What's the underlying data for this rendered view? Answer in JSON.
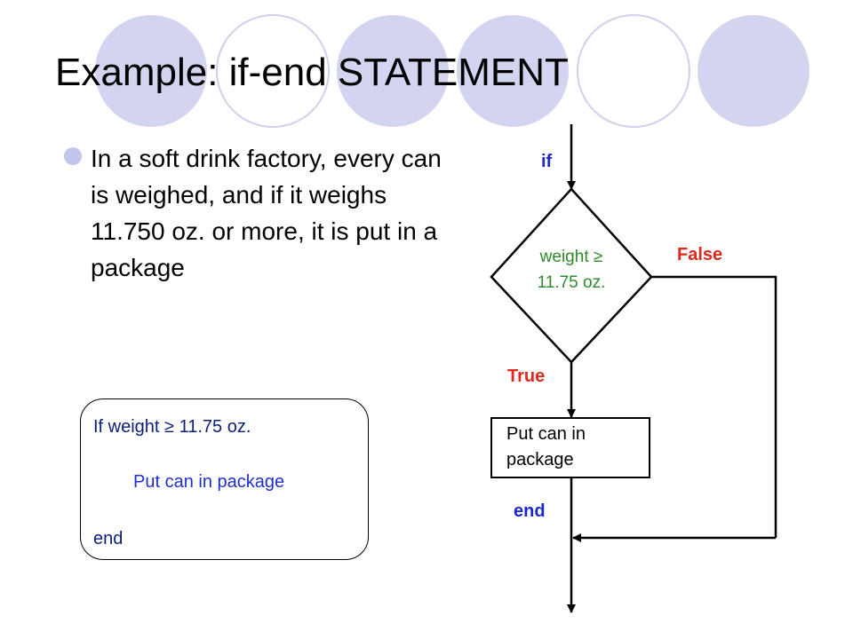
{
  "title": "Example: if-end STATEMENT",
  "bullet": {
    "text": "In a soft drink factory, every can is weighed, and if it weighs 11.750 oz. or more, it is put in a package"
  },
  "pseudocode": {
    "line1": "If weight ≥ 11.75 oz.",
    "line2": "Put can in package",
    "line3": "end"
  },
  "flowchart": {
    "if_label": "if",
    "condition_line1": "weight ≥",
    "condition_line2": "11.75 oz.",
    "false_label": "False",
    "true_label": "True",
    "action_line1": "Put can in",
    "action_line2": "package",
    "end_label": "end"
  },
  "colors": {
    "circle_fill": "#d3d4ef",
    "keyword_blue": "#1a27c9",
    "branch_red": "#e0281e",
    "condition_green": "#2d8a2d"
  }
}
